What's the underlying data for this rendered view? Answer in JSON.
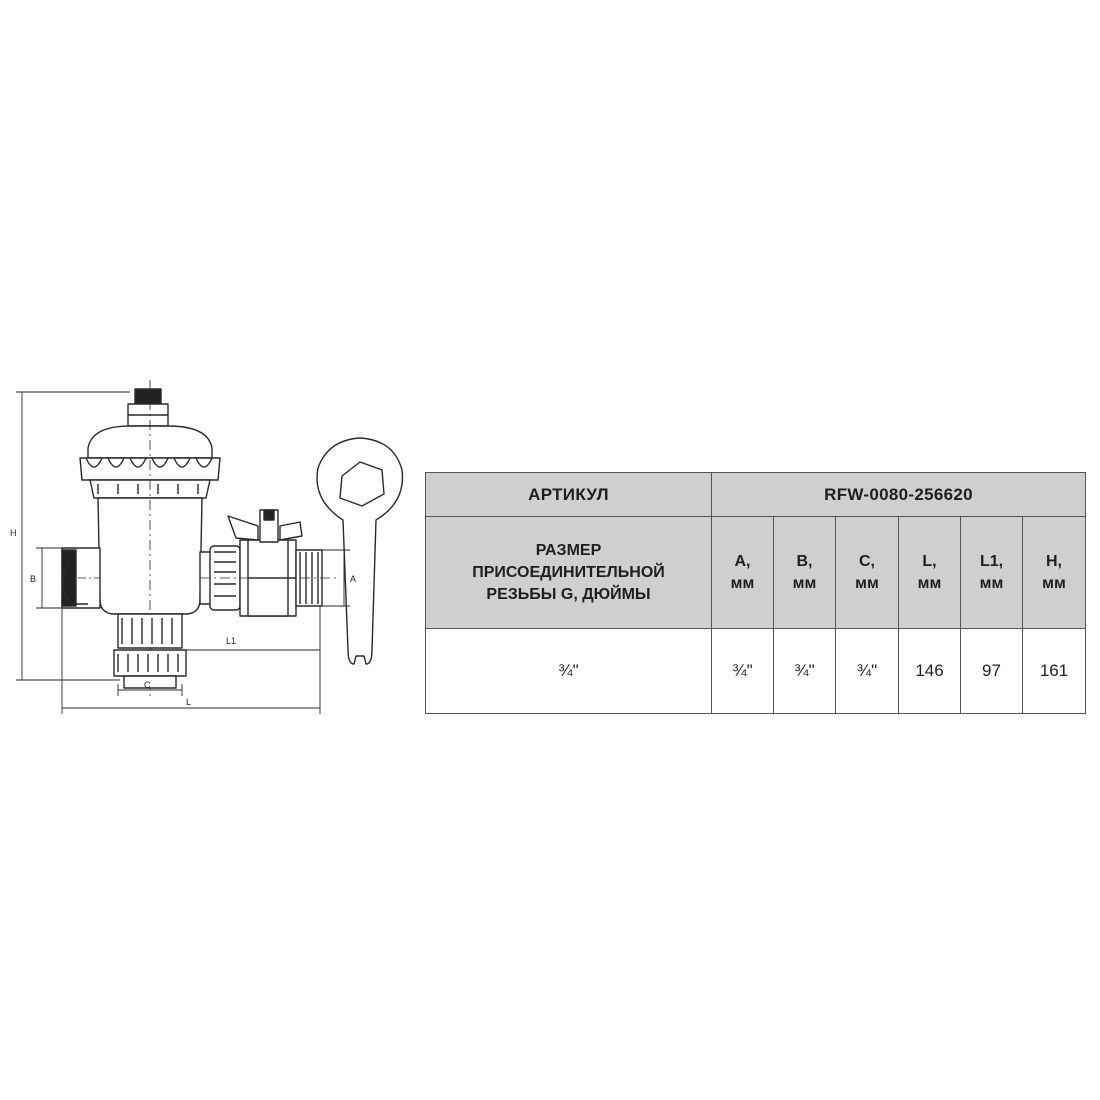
{
  "drawing": {
    "dimension_labels": {
      "H": "H",
      "B": "B",
      "A": "A",
      "L1": "L1",
      "C": "C",
      "L": "L"
    }
  },
  "table": {
    "article_label": "АРТИКУЛ",
    "article_value": "RFW-0080-256620",
    "size_label": "РАЗМЕР\nПРИСОЕДИНИТЕЛЬНОЙ\nРЕЗЬБЫ G, ДЮЙМЫ",
    "columns": [
      "A,\nмм",
      "B,\nмм",
      "C,\nмм",
      "L,\nмм",
      "L1,\nмм",
      "H,\nмм"
    ],
    "row": {
      "size": "¾\"",
      "values": [
        "¾\"",
        "¾\"",
        "¾\"",
        "146",
        "97",
        "161"
      ]
    }
  }
}
